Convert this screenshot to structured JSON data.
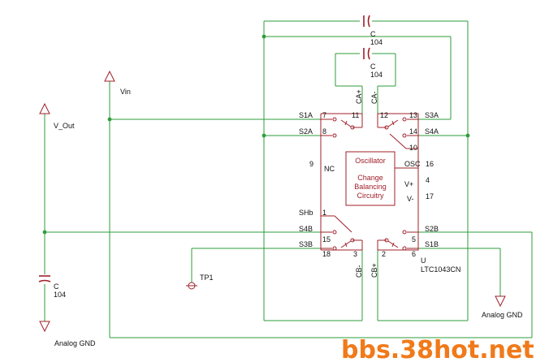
{
  "diagram": {
    "part": {
      "ref": "U",
      "value": "LTC1043CN"
    },
    "core_labels": {
      "line1": "Oscillator",
      "line2": "Change",
      "line3": "Balancing",
      "line4": "Circuitry"
    },
    "pins": {
      "p7": "7",
      "p8": "8",
      "p11": "11",
      "p12": "12",
      "p13": "13",
      "p14": "14",
      "p10": "10",
      "p16": "16",
      "p9": "9",
      "p4": "4",
      "p17": "17",
      "p1": "1",
      "p15": "15",
      "p18": "18",
      "p3": "3",
      "p2": "2",
      "p5": "5",
      "p6": "6"
    },
    "pin_names": {
      "s1a": "S1A",
      "s2a": "S2A",
      "s3a": "S3A",
      "s4a": "S4A",
      "nc": "NC",
      "osc": "OSC",
      "vplus": "V+",
      "vminus": "V-",
      "shb": "SHb",
      "s4b": "S4B",
      "s3b": "S3B",
      "s2b": "S2B",
      "s1b": "S1B",
      "caplus": "CA+",
      "caminus": "CA-",
      "cbminus": "CB-",
      "cbplus": "CB+"
    },
    "capacitors": [
      {
        "ref": "C",
        "value": "104"
      },
      {
        "ref": "C",
        "value": "104"
      },
      {
        "ref": "C",
        "value": "104"
      }
    ],
    "nets": {
      "vin": "Vin",
      "vout": "V_Out",
      "tp1": "TP1",
      "gnd_left": "Analog GND",
      "gnd_right": "Analog GND"
    },
    "watermark": "bbs.38hot.net"
  }
}
